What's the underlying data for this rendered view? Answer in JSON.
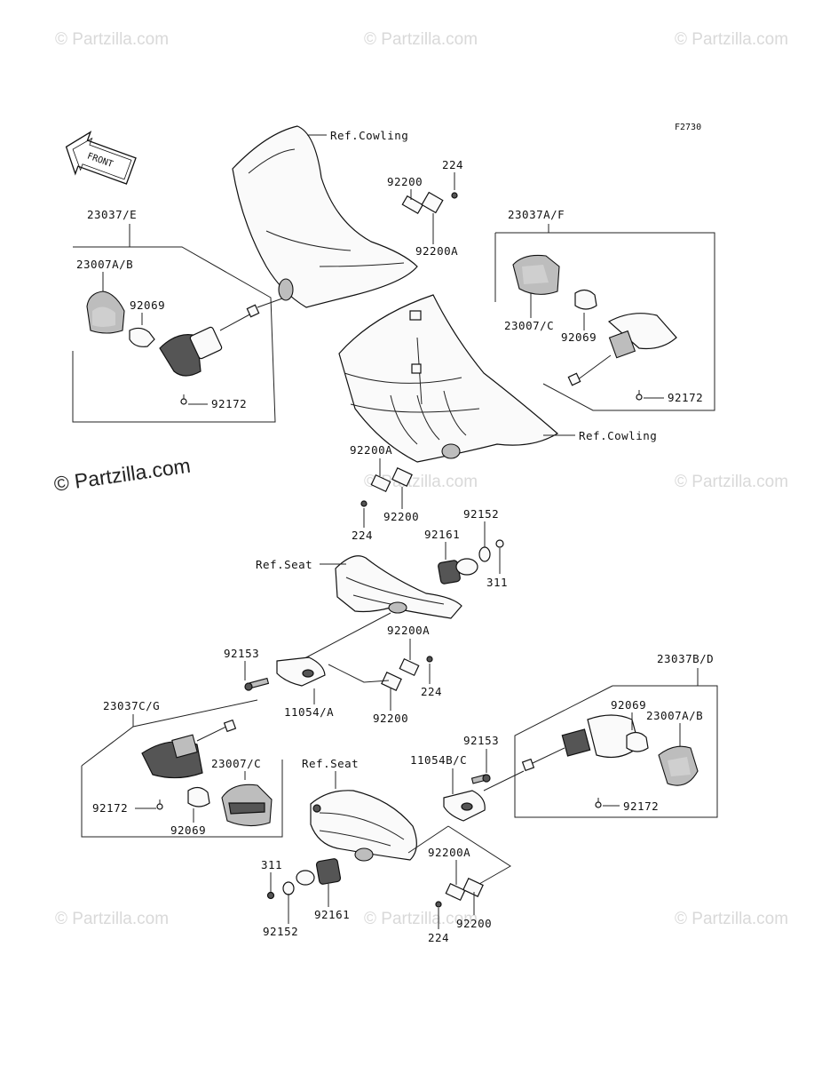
{
  "diagram_code": "F2730",
  "watermarks": {
    "top_left": "© Partzilla.com",
    "top_center": "© Partzilla.com",
    "top_right": "© Partzilla.com",
    "mid_left": "© Partzilla.com",
    "mid_center": "© Partzilla.com",
    "mid_right": "© Partzilla.com",
    "bot_left": "© Partzilla.com",
    "bot_center": "© Partzilla.com",
    "bot_right": "© Partzilla.com"
  },
  "front_arrow": "FRONT",
  "labels": {
    "ref_cowling_1": "Ref.Cowling",
    "ref_cowling_2": "Ref.Cowling",
    "ref_seat_1": "Ref.Seat",
    "ref_seat_2": "Ref.Seat",
    "p23037_e": "23037/E",
    "p23007_ab_1": "23007A/B",
    "p92069_1": "92069",
    "p92172_1": "92172",
    "p92200_1": "92200",
    "p224_1": "224",
    "p92200a_1": "92200A",
    "p23037a_f": "23037A/F",
    "p23007_c_1": "23007/C",
    "p92069_2": "92069",
    "p92172_2": "92172",
    "p92200a_2": "92200A",
    "p224_2": "224",
    "p92200_2": "92200",
    "p92152_1": "92152",
    "p92161_1": "92161",
    "p311_1": "311",
    "p92200a_3": "92200A",
    "p92153_1": "92153",
    "p224_3": "224",
    "p11054_a": "11054/A",
    "p92200_3": "92200",
    "p23037c_g": "23037C/G",
    "p23007_c_2": "23007/C",
    "p92172_3": "92172",
    "p92069_3": "92069",
    "p23037b_d": "23037B/D",
    "p92069_4": "92069",
    "p23007_ab_2": "23007A/B",
    "p92153_2": "92153",
    "p11054b_c": "11054B/C",
    "p92172_4": "92172",
    "p311_2": "311",
    "p92152_2": "92152",
    "p92161_2": "92161",
    "p92200a_4": "92200A",
    "p224_4": "224",
    "p92200_4": "92200"
  }
}
